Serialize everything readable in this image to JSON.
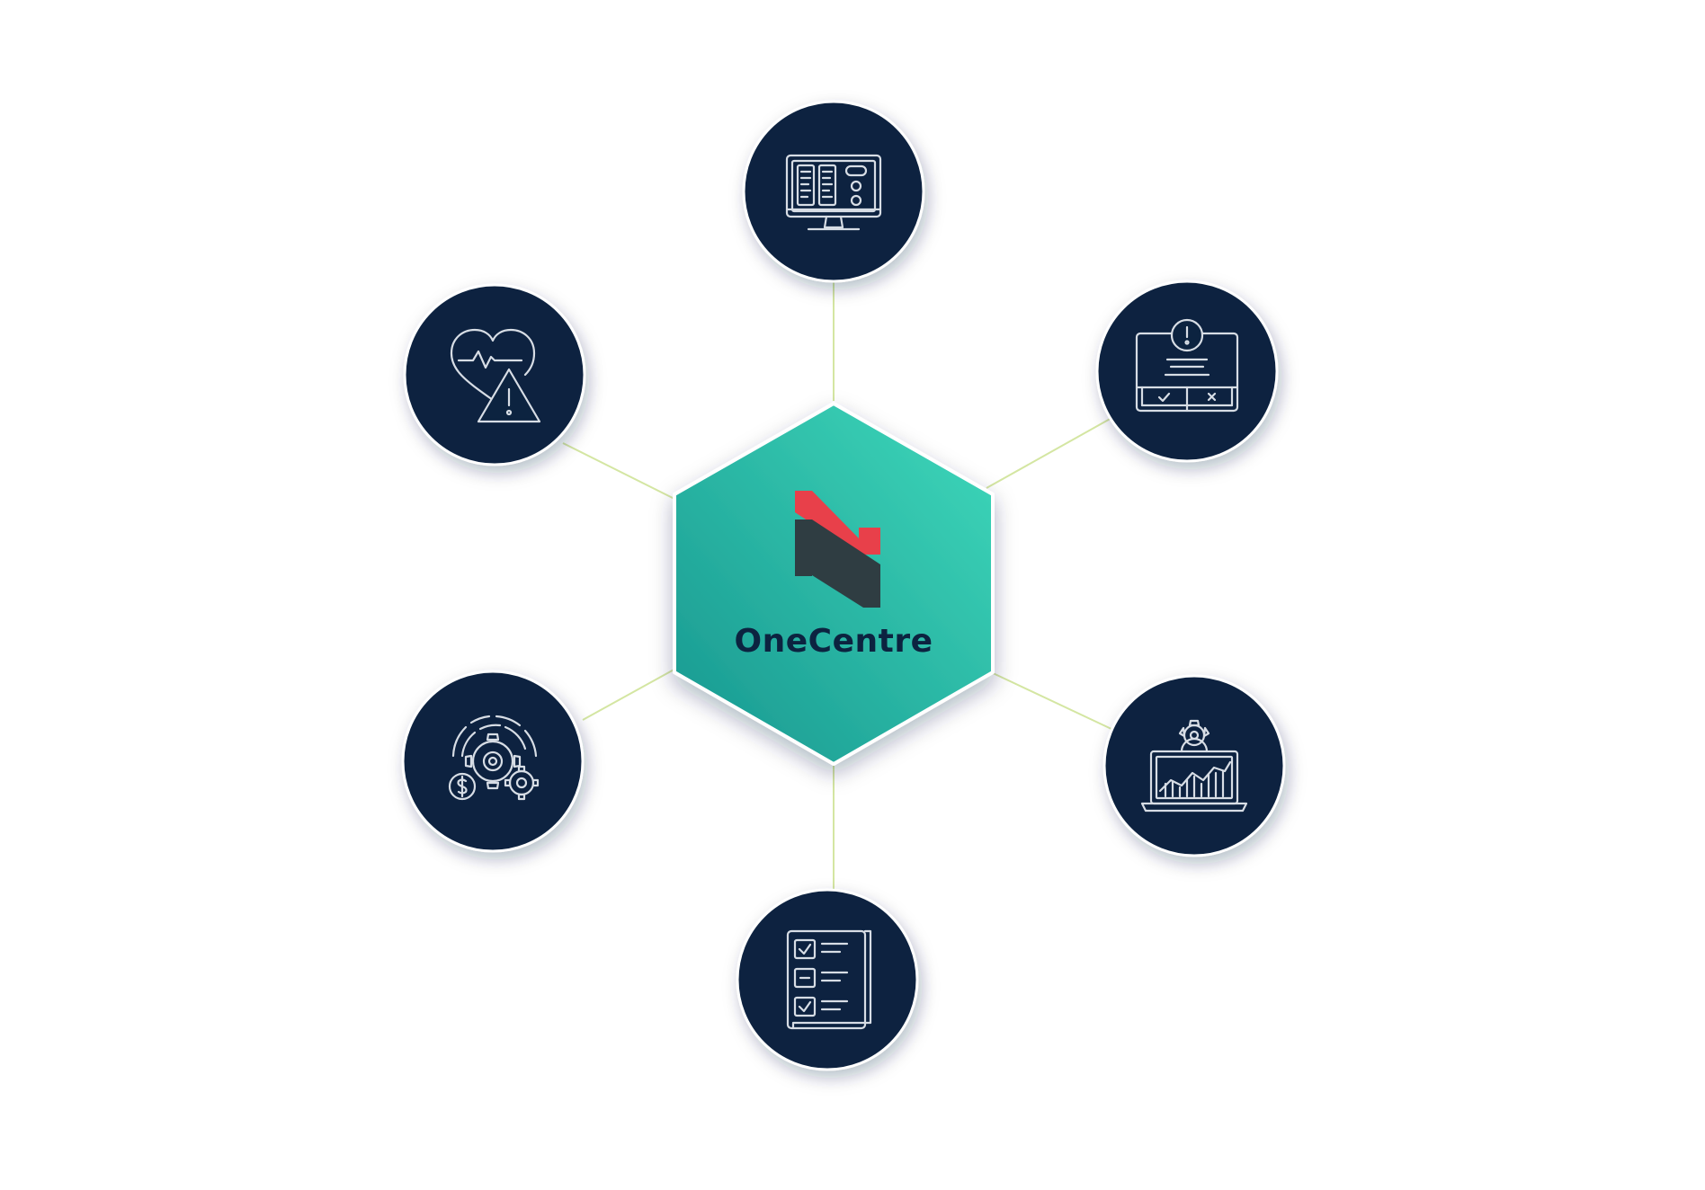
{
  "hub": {
    "brand_name": "OneCentre",
    "logo_icon": "onecentre-n-logo-icon"
  },
  "satellites": [
    {
      "id": "top",
      "icon": "dashboard-monitor-icon"
    },
    {
      "id": "upper-right",
      "icon": "alert-approval-window-icon"
    },
    {
      "id": "lower-right",
      "icon": "laptop-analytics-gear-icon"
    },
    {
      "id": "bottom",
      "icon": "checklist-document-icon"
    },
    {
      "id": "lower-left",
      "icon": "cost-gears-icon"
    },
    {
      "id": "upper-left",
      "icon": "health-warning-icon"
    }
  ],
  "colors": {
    "node_fill": "#0c2340",
    "icon_stroke": "#d7dde5",
    "connector": "#d4e6a2",
    "hub_light": "#3fd9bb",
    "hub_dark": "#17968f",
    "brand_text": "#0c2340",
    "logo_red": "#e8404a",
    "logo_dark": "#2f3d42"
  }
}
